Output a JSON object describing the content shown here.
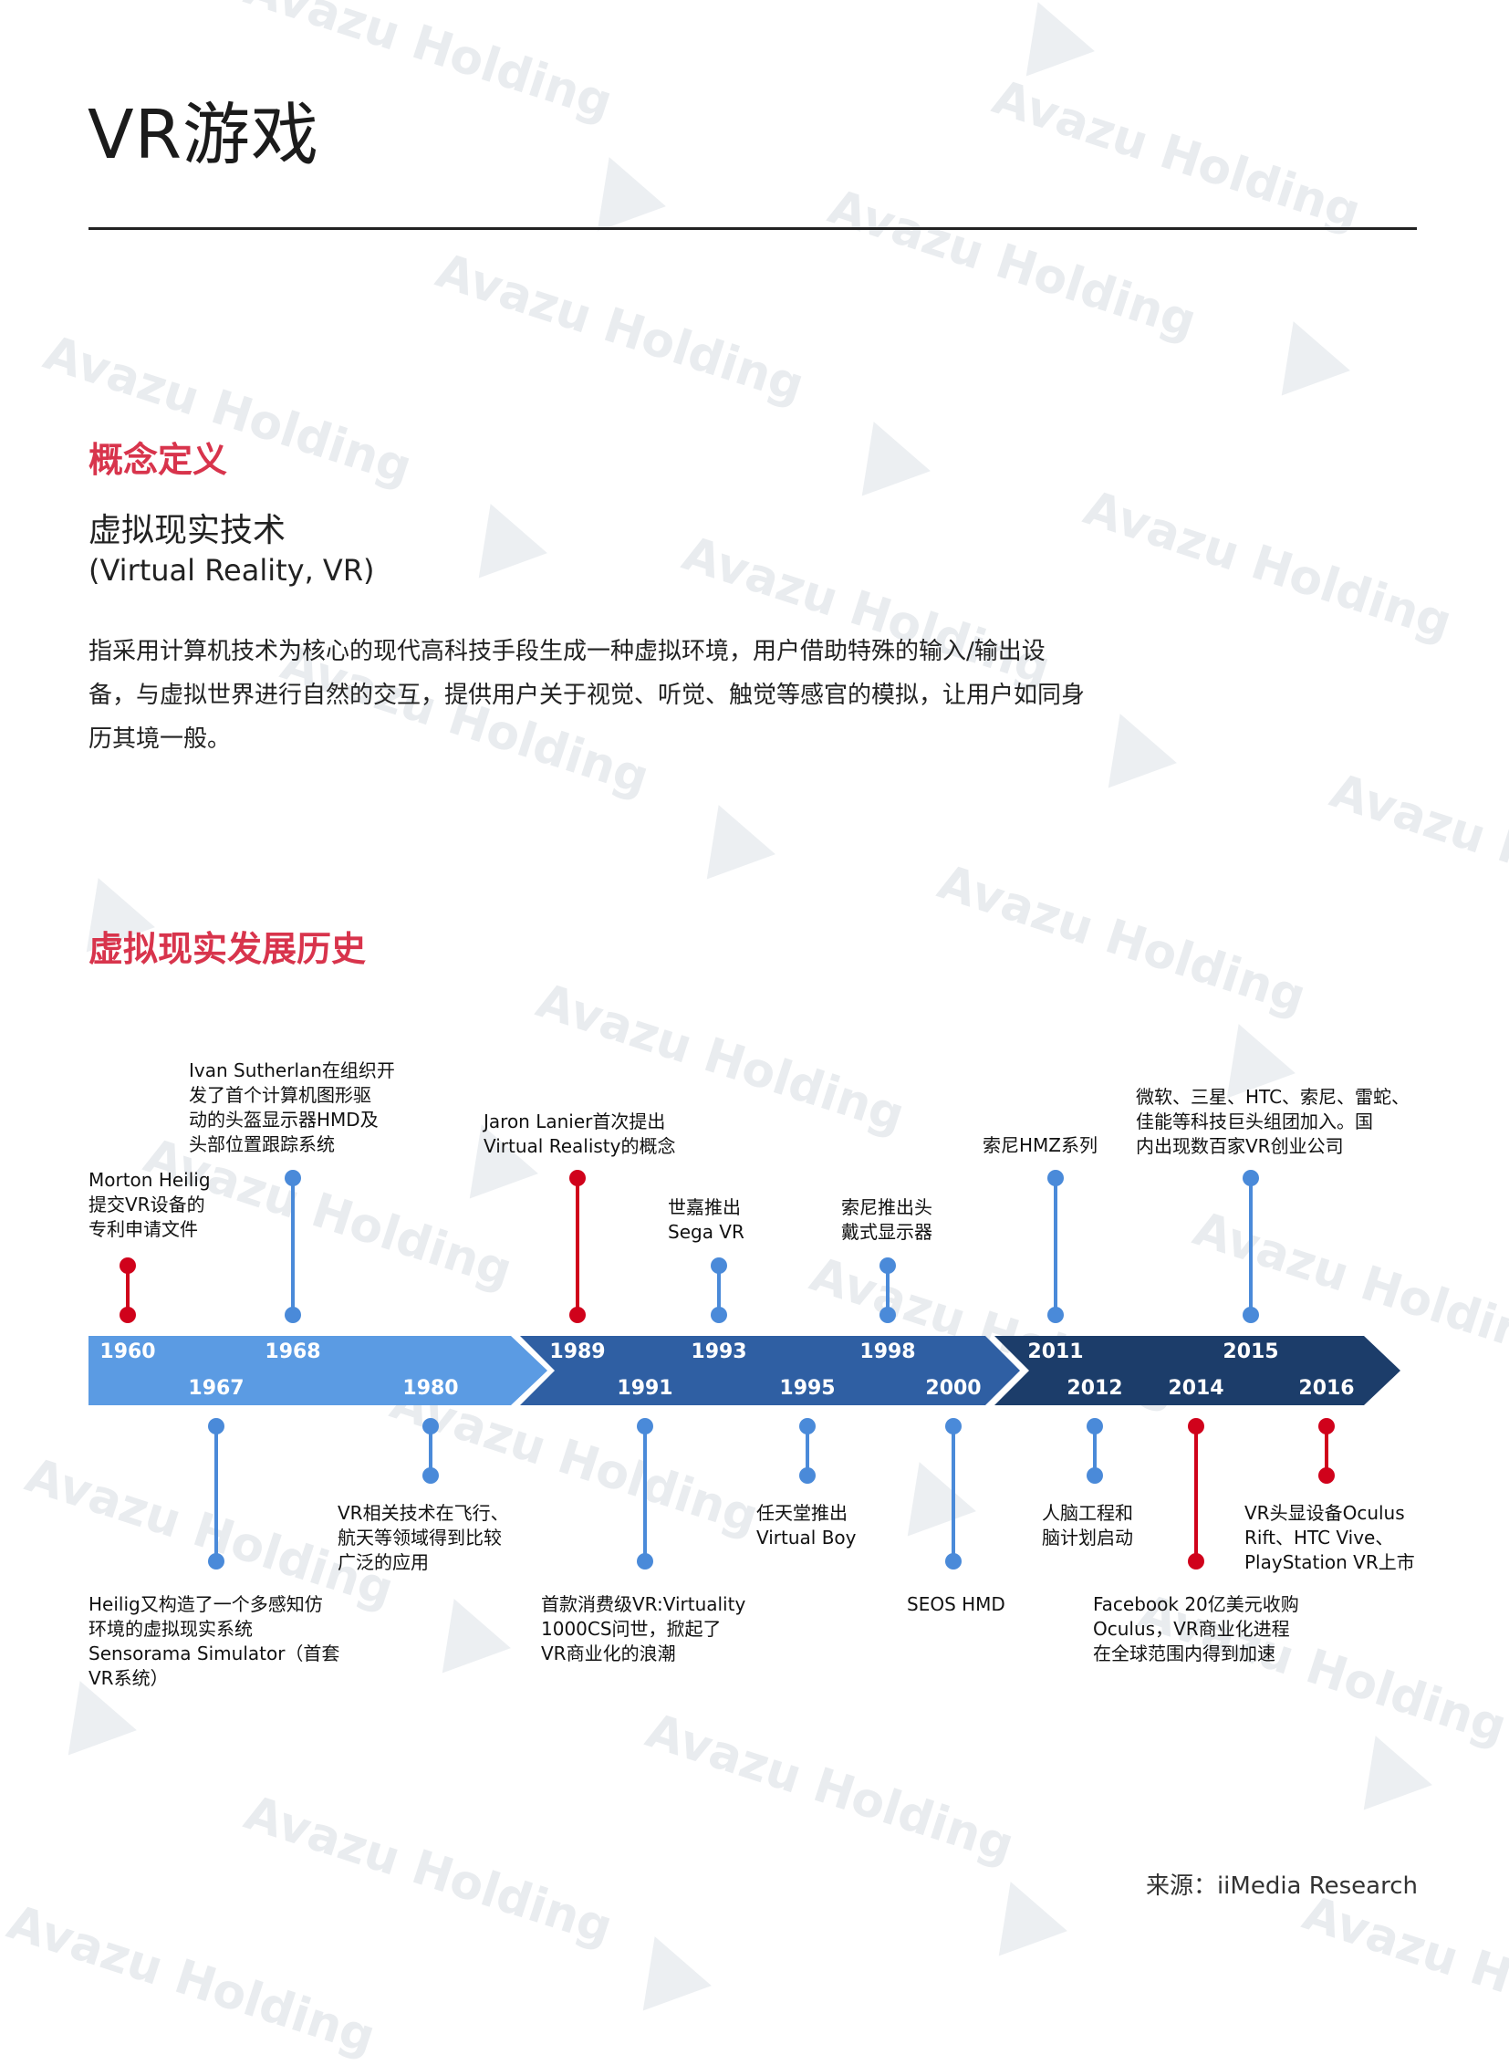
{
  "page": {
    "title": "VR游戏",
    "watermark_text": "Avazu Holding",
    "source": "来源：iiMedia Research"
  },
  "concept": {
    "heading": "概念定义",
    "term": "虚拟现实技术",
    "term_en": "(Virtual Reality, VR)",
    "description": "指采用计算机技术为核心的现代高科技手段生成一种虚拟环境，用户借助特殊的输入/输出设备，与虚拟世界进行自然的交互，提供用户关于视觉、听觉、触觉等感官的模拟，让用户如同身历其境一般。"
  },
  "history": {
    "heading": "虚拟现实发展历史",
    "colors": {
      "red": "#d0021b",
      "blue": "#4a8ad9",
      "band1": "#5b9be3",
      "band2": "#2f5fa3",
      "band3": "#1c3d6a"
    },
    "events": [
      {
        "year": "1960",
        "side": "above",
        "color": "red",
        "lines": [
          "Morton Heilig",
          "提交VR设备的",
          "专利申请文件"
        ]
      },
      {
        "year": "1968",
        "side": "above",
        "color": "blue",
        "lines": [
          "Ivan Sutherlan在组织开",
          "发了首个计算机图形驱",
          "动的头盔显示器HMD及",
          "头部位置跟踪系统"
        ]
      },
      {
        "year": "1989",
        "side": "above",
        "color": "red",
        "lines": [
          "Jaron Lanier首次提出",
          "Virtual Realisty的概念"
        ]
      },
      {
        "year": "1993",
        "side": "above",
        "color": "blue",
        "lines": [
          "世嘉推出",
          "Sega VR"
        ]
      },
      {
        "year": "1998",
        "side": "above",
        "color": "blue",
        "lines": [
          "索尼推出头",
          "戴式显示器"
        ]
      },
      {
        "year": "2011",
        "side": "above",
        "color": "blue",
        "lines": [
          "索尼HMZ系列"
        ]
      },
      {
        "year": "2015",
        "side": "above",
        "color": "blue",
        "lines": [
          "微软、三星、HTC、索尼、雷蛇、",
          "佳能等科技巨头组团加入。国",
          "内出现数百家VR创业公司"
        ]
      },
      {
        "year": "1967",
        "side": "below",
        "color": "blue",
        "lines": [
          "Heilig又构造了一个多感知仿",
          "环境的虚拟现实系统",
          "Sensorama Simulator（首套",
          "VR系统）"
        ]
      },
      {
        "year": "1980",
        "side": "below",
        "color": "blue",
        "lines": [
          "VR相关技术在飞行、",
          "航天等领域得到比较",
          "广泛的应用"
        ]
      },
      {
        "year": "1991",
        "side": "below",
        "color": "blue",
        "lines": [
          "首款消费级VR:Virtuality",
          "1000CS问世，掀起了",
          "VR商业化的浪潮"
        ]
      },
      {
        "year": "1995",
        "side": "below",
        "color": "blue",
        "lines": [
          "任天堂推出",
          "Virtual Boy"
        ]
      },
      {
        "year": "2000",
        "side": "below",
        "color": "blue",
        "lines": [
          "SEOS HMD"
        ]
      },
      {
        "year": "2012",
        "side": "below",
        "color": "blue",
        "lines": [
          "人脑工程和",
          "脑计划启动"
        ]
      },
      {
        "year": "2014",
        "side": "below",
        "color": "red",
        "lines": [
          "Facebook 20亿美元收购",
          "Oculus，VR商业化进程",
          "在全球范围内得到加速"
        ]
      },
      {
        "year": "2016",
        "side": "below",
        "color": "red",
        "lines": [
          "VR头显设备Oculus",
          "Rift、HTC Vive、",
          "PlayStation VR上市"
        ]
      }
    ]
  }
}
